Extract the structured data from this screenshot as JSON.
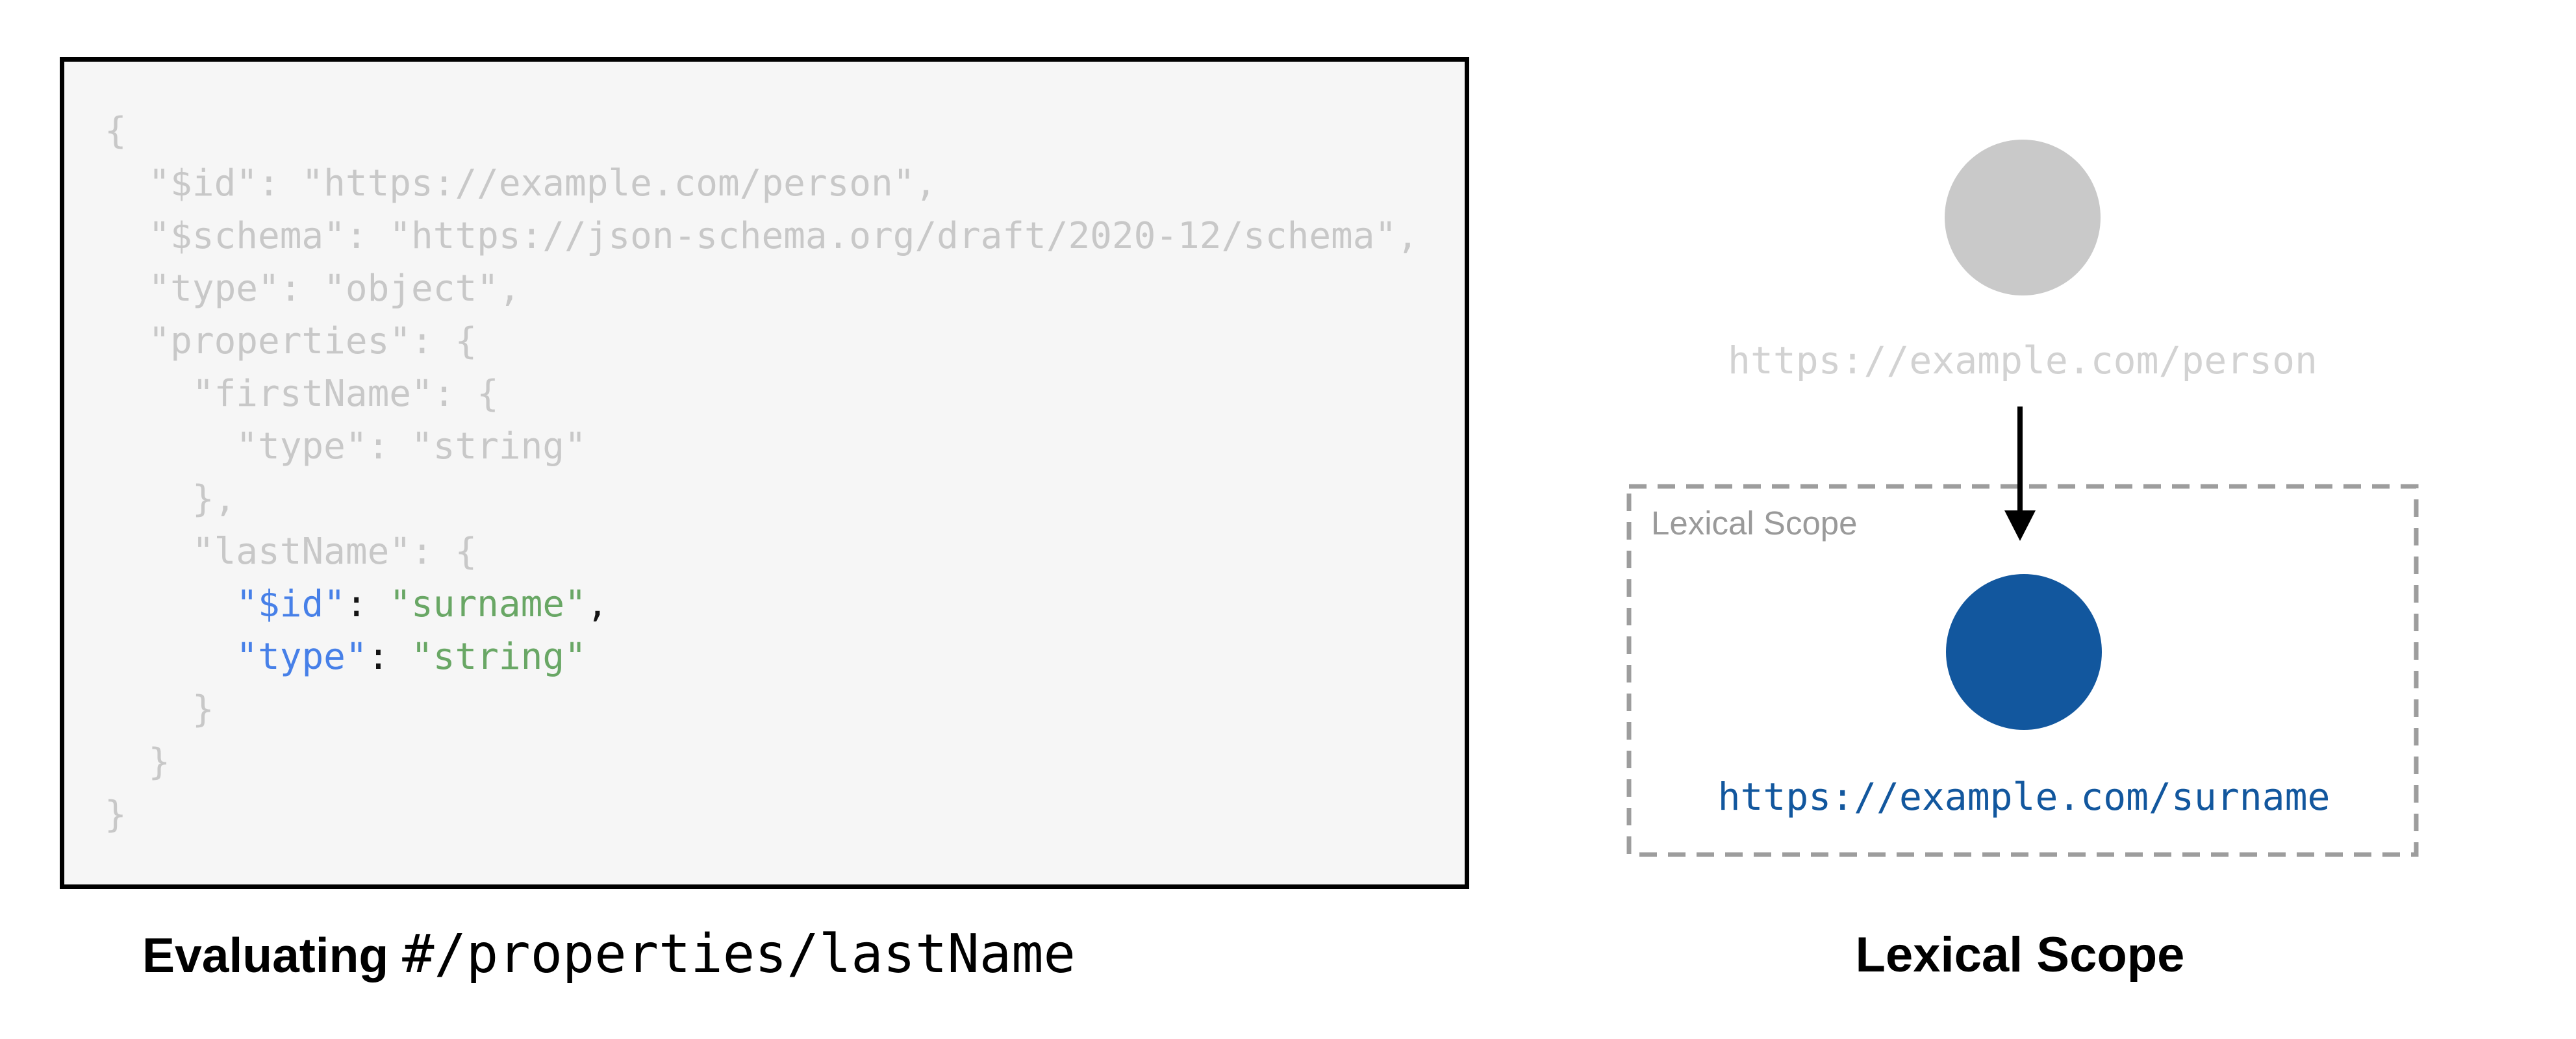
{
  "colors": {
    "accent_blue": "#12579E",
    "token_blue": "#4780E8",
    "token_green": "#69A765",
    "code_gray": "#C8C8C8",
    "node_gray": "#C9C9C9",
    "muted_url_gray": "#D2D2D2",
    "scope_gray": "#9D9D9D",
    "code_bg": "#F6F6F6",
    "punct_black": "#141414"
  },
  "code": {
    "language": "json",
    "lines": [
      [
        [
          "g",
          "{"
        ]
      ],
      [
        [
          "g",
          "  \"$id\": \"https://example.com/person\","
        ]
      ],
      [
        [
          "g",
          "  \"$schema\": \"https://json-schema.org/draft/2020-12/schema\","
        ]
      ],
      [
        [
          "g",
          "  \"type\": \"object\","
        ]
      ],
      [
        [
          "g",
          "  \"properties\": {"
        ]
      ],
      [
        [
          "g",
          "    \"firstName\": {"
        ]
      ],
      [
        [
          "g",
          "      \"type\": \"string\""
        ]
      ],
      [
        [
          "g",
          "    },"
        ]
      ],
      [
        [
          "g",
          "    \"lastName\": {"
        ]
      ],
      [
        [
          "g",
          "      "
        ],
        [
          "b",
          "\"$id\""
        ],
        [
          "k",
          ": "
        ],
        [
          "gr",
          "\"surname\""
        ],
        [
          "k",
          ","
        ]
      ],
      [
        [
          "g",
          "      "
        ],
        [
          "b",
          "\"type\""
        ],
        [
          "k",
          ": "
        ],
        [
          "gr",
          "\"string\""
        ]
      ],
      [
        [
          "g",
          "    }"
        ]
      ],
      [
        [
          "g",
          "  }"
        ]
      ],
      [
        [
          "g",
          "}"
        ]
      ]
    ]
  },
  "captions": {
    "left_prefix": "Evaluating ",
    "left_pointer": "#/properties/lastName",
    "right_title": "Lexical Scope"
  },
  "diagram": {
    "parent_uri": "https://example.com/person",
    "child_uri": "https://example.com/surname",
    "scope_label": "Lexical Scope",
    "icons": {
      "arrow": "arrow-down-icon"
    }
  }
}
